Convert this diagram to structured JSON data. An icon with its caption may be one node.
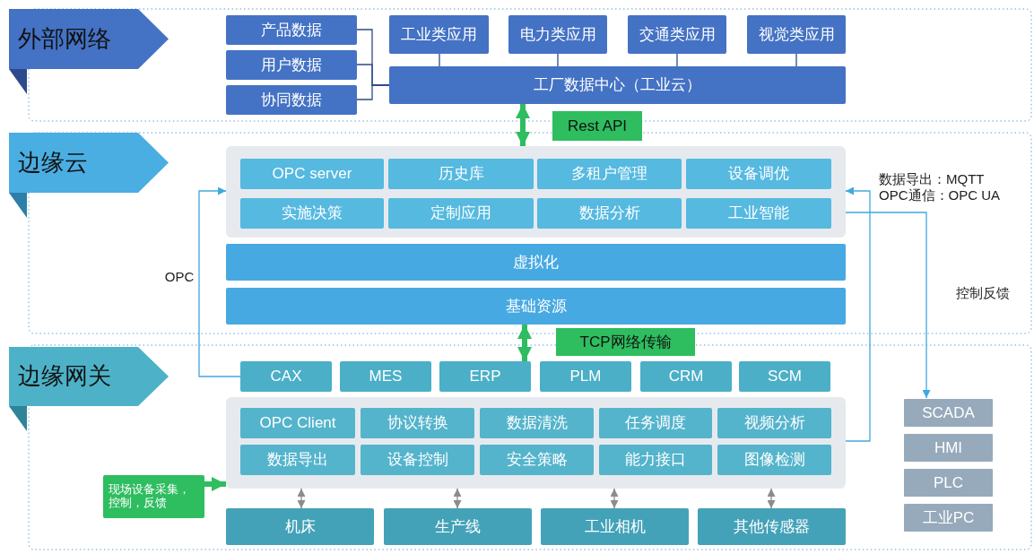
{
  "diagram": {
    "nodes": [
      {
        "text": [
          "外部网络"
        ]
      },
      {
        "text": [
          "产品数据"
        ]
      },
      {
        "text": [
          "用户数据"
        ]
      },
      {
        "text": [
          "协同数据"
        ]
      },
      {
        "text": [
          "工业类应用"
        ]
      },
      {
        "text": [
          "电力类应用"
        ]
      },
      {
        "text": [
          "交通类应用"
        ]
      },
      {
        "text": [
          "视觉类应用"
        ]
      },
      {
        "text": [
          "工厂数据中心（工业云）"
        ]
      },
      {
        "text": [
          "边缘云"
        ]
      },
      {
        "text": [],
        "shape": "box"
      },
      {
        "text": [
          "OPC server"
        ],
        "in": 10
      },
      {
        "text": [
          "历史库"
        ],
        "in": 10
      },
      {
        "text": [
          "多租户管理"
        ],
        "in": 10
      },
      {
        "text": [
          "设备调优"
        ],
        "in": 10
      },
      {
        "text": [
          "实施决策"
        ],
        "in": 10
      },
      {
        "text": [
          "定制应用"
        ],
        "in": 10
      },
      {
        "text": [
          "数据分析"
        ],
        "in": 10
      },
      {
        "text": [
          "工业智能"
        ],
        "in": 10
      },
      {
        "text": [
          "虚拟化"
        ]
      },
      {
        "text": [
          "基础资源"
        ]
      },
      {
        "text": [
          "边缘网关"
        ]
      },
      {
        "text": [
          "CAX"
        ]
      },
      {
        "text": [
          "MES"
        ]
      },
      {
        "text": [
          "ERP"
        ]
      },
      {
        "text": [
          "PLM"
        ]
      },
      {
        "text": [
          "CRM"
        ]
      },
      {
        "text": [
          "SCM"
        ]
      },
      {
        "text": [],
        "shape": "box"
      },
      {
        "text": [
          "OPC Client"
        ],
        "in": 28
      },
      {
        "text": [
          "协议转换"
        ],
        "in": 28
      },
      {
        "text": [
          "数据清洗"
        ],
        "in": 28
      },
      {
        "text": [
          "任务调度"
        ],
        "in": 28
      },
      {
        "text": [
          "视频分析"
        ],
        "in": 28
      },
      {
        "text": [
          "数据导出"
        ],
        "in": 28
      },
      {
        "text": [
          "设备控制"
        ],
        "in": 28
      },
      {
        "text": [
          "安全策略"
        ],
        "in": 28
      },
      {
        "text": [
          "能力接口"
        ],
        "in": 28
      },
      {
        "text": [
          "图像检测"
        ],
        "in": 28
      },
      {
        "text": [
          "机床"
        ]
      },
      {
        "text": [
          "生产线"
        ]
      },
      {
        "text": [
          "工业相机"
        ]
      },
      {
        "text": [
          "其他传感器"
        ]
      },
      {
        "text": [
          "SCADA"
        ]
      },
      {
        "text": [
          "HMI"
        ]
      },
      {
        "text": [
          "PLC"
        ]
      },
      {
        "text": [
          "工业PC"
        ]
      },
      {
        "text": [
          "现场设备采集，控制，反馈"
        ]
      }
    ],
    "edges": [
      {
        "from": 1,
        "to": 8,
        "arrow": "none"
      },
      {
        "from": 2,
        "to": 8,
        "arrow": "none"
      },
      {
        "from": 3,
        "to": 8,
        "arrow": "none"
      },
      {
        "from": 4,
        "to": 8,
        "arrow": "none"
      },
      {
        "from": 5,
        "to": 8,
        "arrow": "none"
      },
      {
        "from": 6,
        "to": 8,
        "arrow": "none"
      },
      {
        "from": 7,
        "to": 8,
        "arrow": "none"
      },
      {
        "from": 8,
        "to": 10,
        "arrow": "both",
        "label": "Rest API",
        "style": "thick",
        "color": "#2ebd5f"
      },
      {
        "from": 20,
        "to": 24,
        "arrow": "both",
        "label": "TCP网络传输",
        "style": "thick",
        "color": "#2ebd5f"
      },
      {
        "from": 22,
        "to": 10,
        "arrow": "to",
        "label": "OPC",
        "color": "#41a8e0"
      },
      {
        "from": 28,
        "to": 10,
        "arrow": "to",
        "color": "#41a8e0"
      },
      {
        "from": 10,
        "to": 43,
        "arrow": "to",
        "label": "控制反馈",
        "color": "#41a8e0"
      },
      {
        "from": 28,
        "to": 39,
        "arrow": "both",
        "color": "#8c8c8c"
      },
      {
        "from": 28,
        "to": 40,
        "arrow": "both",
        "color": "#8c8c8c"
      },
      {
        "from": 28,
        "to": 41,
        "arrow": "both",
        "color": "#8c8c8c"
      },
      {
        "from": 28,
        "to": 42,
        "arrow": "both",
        "color": "#8c8c8c"
      },
      {
        "from": 47,
        "to": 28,
        "arrow": "to",
        "style": "thick",
        "color": "#2ebd5f"
      }
    ],
    "labels": [
      "数据导出：MQTT",
      "OPC通信：OPC UA"
    ]
  }
}
